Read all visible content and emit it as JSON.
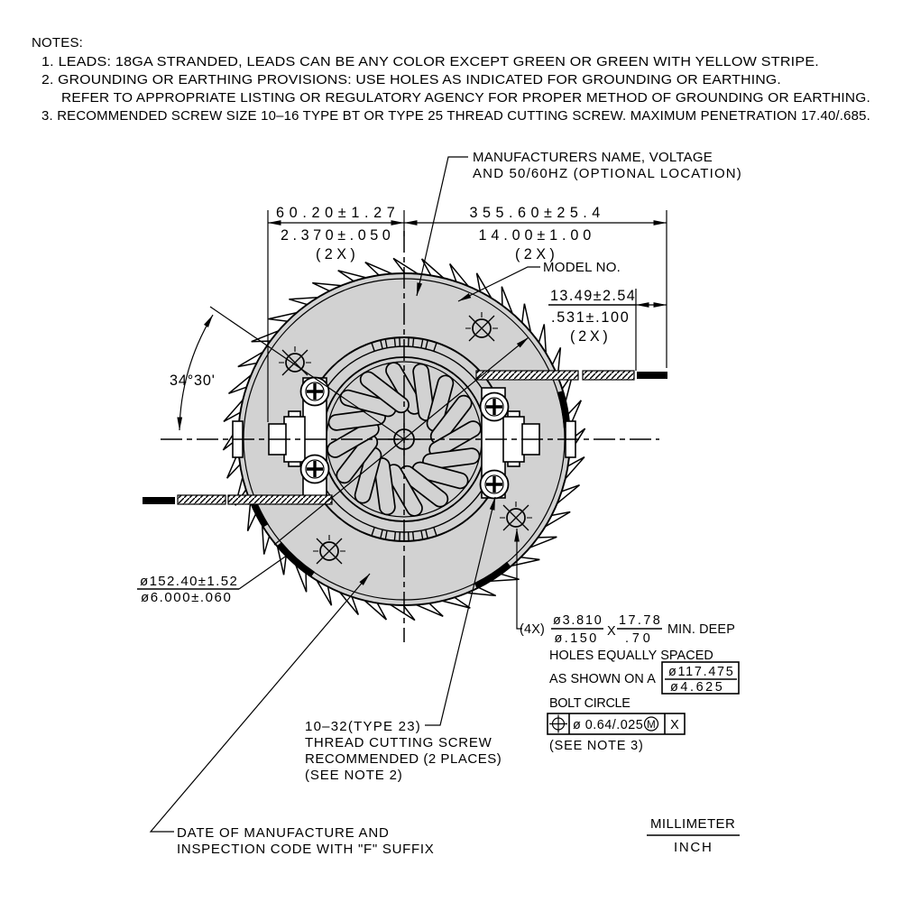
{
  "notes": {
    "title": "NOTES:",
    "line1": "1. LEADS: 18GA STRANDED, LEADS CAN BE ANY COLOR EXCEPT GREEN OR GREEN WITH YELLOW STRIPE.",
    "line2": "2. GROUNDING OR EARTHING PROVISIONS: USE HOLES AS INDICATED FOR GROUNDING OR EARTHING.",
    "line2b": "REFER TO APPROPRIATE LISTING OR REGULATORY AGENCY FOR PROPER METHOD OF GROUNDING OR EARTHING.",
    "line3": "3. RECOMMENDED SCREW SIZE 10–16 TYPE BT OR TYPE 25 THREAD CUTTING SCREW. MAXIMUM PENETRATION 17.40/.685."
  },
  "callouts": {
    "manufacturer": {
      "line1": "MANUFACTURERS NAME, VOLTAGE",
      "line2": "AND 50/60HZ (OPTIONAL LOCATION)"
    },
    "model_no": "MODEL NO.",
    "screw": {
      "line1": "10–32(TYPE 23)",
      "line2": "THREAD CUTTING SCREW",
      "line3": "RECOMMENDED (2 PLACES)",
      "line4": "(SEE NOTE 2)"
    },
    "date_code": {
      "line1": "DATE OF MANUFACTURE AND",
      "line2": "INSPECTION CODE WITH \"F\" SUFFIX"
    },
    "holes": {
      "prefix": "(4X)",
      "dia_mm": "ø3.810",
      "dia_in": "ø.150",
      "times": "X",
      "depth_mm": "17.78",
      "depth_in": ".70",
      "suffix": "MIN. DEEP",
      "line2": "HOLES EQUALLY SPACED",
      "line3": "AS SHOWN ON A",
      "bolt_mm": "ø117.475",
      "bolt_in": "ø4.625",
      "line4": "BOLT CIRCLE",
      "fcf_value": "ø 0.64/.025",
      "fcf_modifier": "M",
      "fcf_datum": "X",
      "line5": "(SEE NOTE 3)"
    }
  },
  "dimensions": {
    "dim_left": {
      "mm": "60.20±1.27",
      "in": "2.370±.050",
      "qty": "(2X)"
    },
    "dim_right": {
      "mm": "355.60±25.4",
      "in": "14.00±1.00",
      "qty": "(2X)"
    },
    "dim_wire": {
      "mm": "13.49±2.54",
      "in": ".531±.100",
      "qty": "(2X)"
    },
    "dim_diameter": {
      "mm": "ø152.40±1.52",
      "in": "ø6.000±.060"
    },
    "angle": "34°30'"
  },
  "legend": {
    "top": "MILLIMETER",
    "bottom": "INCH"
  },
  "colors": {
    "line": "#000000",
    "fill": "#d2d2d2",
    "background": "#ffffff"
  }
}
